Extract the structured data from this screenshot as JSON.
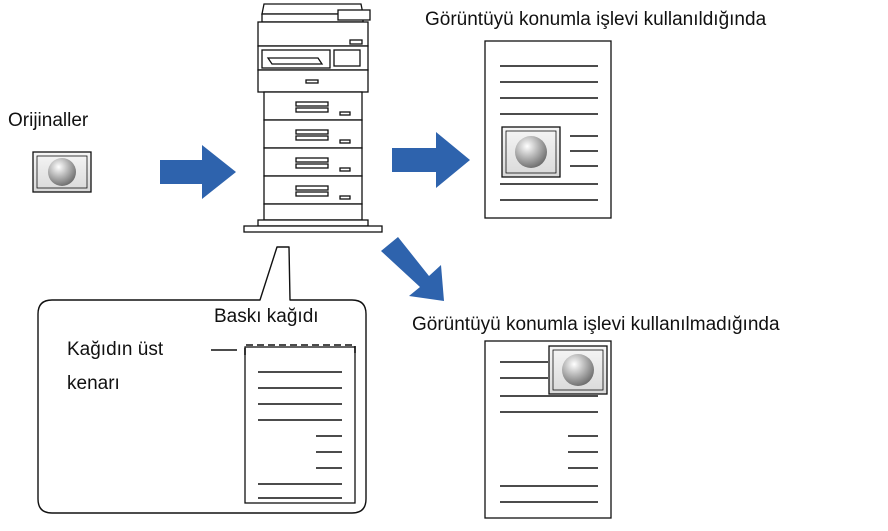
{
  "labels": {
    "originals": "Orijinaller",
    "with_function": "Görüntüyü konumla işlevi kullanıldığında",
    "without_function": "Görüntüyü konumla işlevi kullanılmadığında",
    "print_paper": "Baskı kağıdı",
    "paper_top_edge_line1": "Kağıdın üst",
    "paper_top_edge_line2": "kenarı"
  },
  "colors": {
    "arrow": "#2e63ad",
    "outline": "#111111",
    "image_gray": "#a8a8a8"
  }
}
